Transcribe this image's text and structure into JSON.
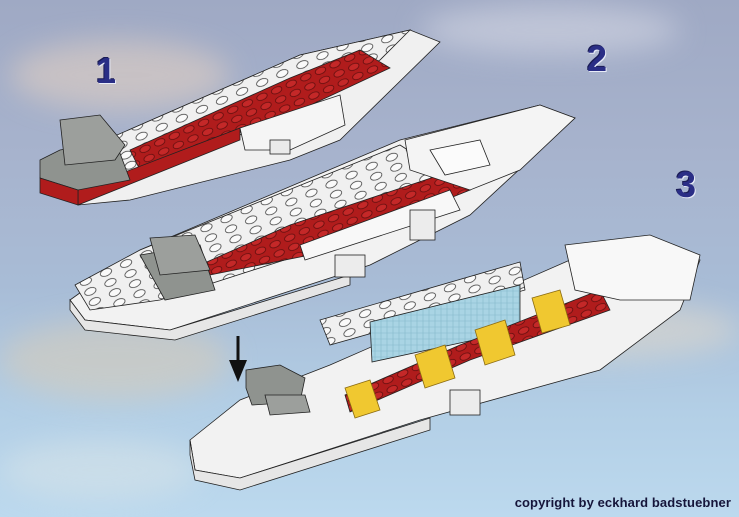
{
  "steps": [
    {
      "number": "1",
      "description": "base hull with red plates and grey block"
    },
    {
      "number": "2",
      "description": "extended hull with white side walls and bow"
    },
    {
      "number": "3",
      "description": "complete boat with windows, yellow seats and grey engine"
    }
  ],
  "colors": {
    "step_number": "#2a2e86",
    "brick_white": "#f2f2f2",
    "brick_red": "#b01c1c",
    "brick_grey": "#8f938f",
    "seat_yellow": "#f0c830",
    "window_blue": "#a9d4e4",
    "sky_top": "#9fa9c4",
    "sky_bottom": "#bcd9ee"
  },
  "indicator": {
    "type": "down-arrow",
    "points_to": "engine"
  },
  "copyright": "copyright by eckhard badstuebner"
}
